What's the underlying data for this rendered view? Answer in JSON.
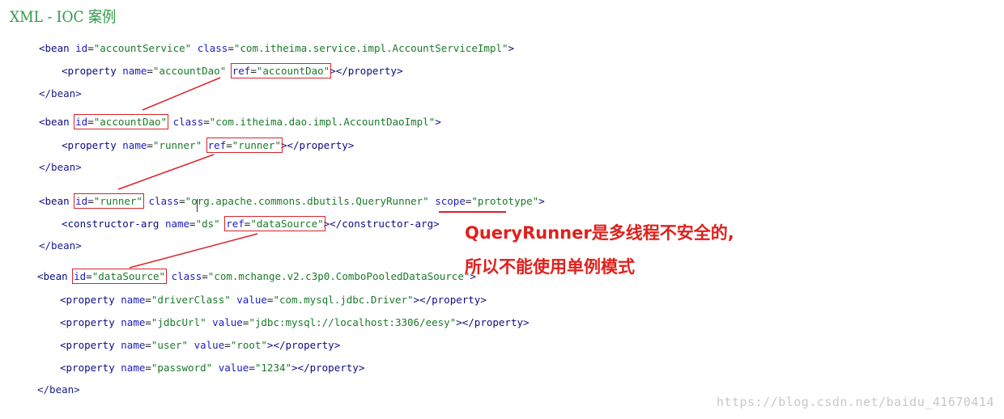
{
  "title": "XML - IOC 案例",
  "code": {
    "line1": {
      "open": "<bean ",
      "a1": "id",
      "v1": "\"accountService\"",
      "a2": "class",
      "v2": "\"com.itheima.service.impl.AccountServiceImpl\"",
      "close": ">"
    },
    "line2": {
      "open": "<property ",
      "a1": "name",
      "v1": "\"accountDao\"",
      "a2": "ref",
      "v2": "\"accountDao\"",
      "close": "></property>"
    },
    "line3": {
      "text": "</bean>"
    },
    "line4": {
      "open": "<bean ",
      "a1": "id",
      "v1": "\"accountDao\"",
      "a2": "class",
      "v2": "\"com.itheima.dao.impl.AccountDaoImpl\"",
      "close": ">"
    },
    "line5": {
      "open": "<property ",
      "a1": "name",
      "v1": "\"runner\"",
      "a2": "ref",
      "v2": "\"runner\"",
      "close": "></property>"
    },
    "line6": {
      "text": "</bean>"
    },
    "line7": {
      "open": "<bean ",
      "a1": "id",
      "v1": "\"runner\"",
      "a2": "class",
      "v2": "\"org.apache.commons.dbutils.QueryRunner\"",
      "a3": "scope",
      "v3": "\"prototype\"",
      "close": ">"
    },
    "line8": {
      "open": "<constructor-arg ",
      "a1": "name",
      "v1": "\"ds\"",
      "a2": "ref",
      "v2": "\"dataSource\"",
      "close": "></constructor-arg>"
    },
    "line9": {
      "text": "</bean>"
    },
    "line10": {
      "open": "<bean ",
      "a1": "id",
      "v1": "\"dataSource\"",
      "a2": "class",
      "v2": "\"com.mchange.v2.c3p0.ComboPooledDataSource\"",
      "close": ">"
    },
    "line11": {
      "open": "<property ",
      "a1": "name",
      "v1": "\"driverClass\"",
      "a2": "value",
      "v2": "\"com.mysql.jdbc.Driver\"",
      "close": "></property>"
    },
    "line12": {
      "open": "<property ",
      "a1": "name",
      "v1": "\"jdbcUrl\"",
      "a2": "value",
      "v2": "\"jdbc:mysql://localhost:3306/eesy\"",
      "close": "></property>"
    },
    "line13": {
      "open": "<property ",
      "a1": "name",
      "v1": "\"user\"",
      "a2": "value",
      "v2": "\"root\"",
      "close": "></property>"
    },
    "line14": {
      "open": "<property ",
      "a1": "name",
      "v1": "\"password\"",
      "a2": "value",
      "v2": "\"1234\"",
      "close": "></property>"
    },
    "line15": {
      "text": "</bean>"
    }
  },
  "note": {
    "line1": "QueryRunner是多线程不安全的,",
    "line2": "所以不能使用单例模式"
  },
  "watermark": "https://blog.csdn.net/baidu_41670414",
  "colors": {
    "title": "#2e9b48",
    "highlight": "#d8232a",
    "note": "#e0201c"
  }
}
